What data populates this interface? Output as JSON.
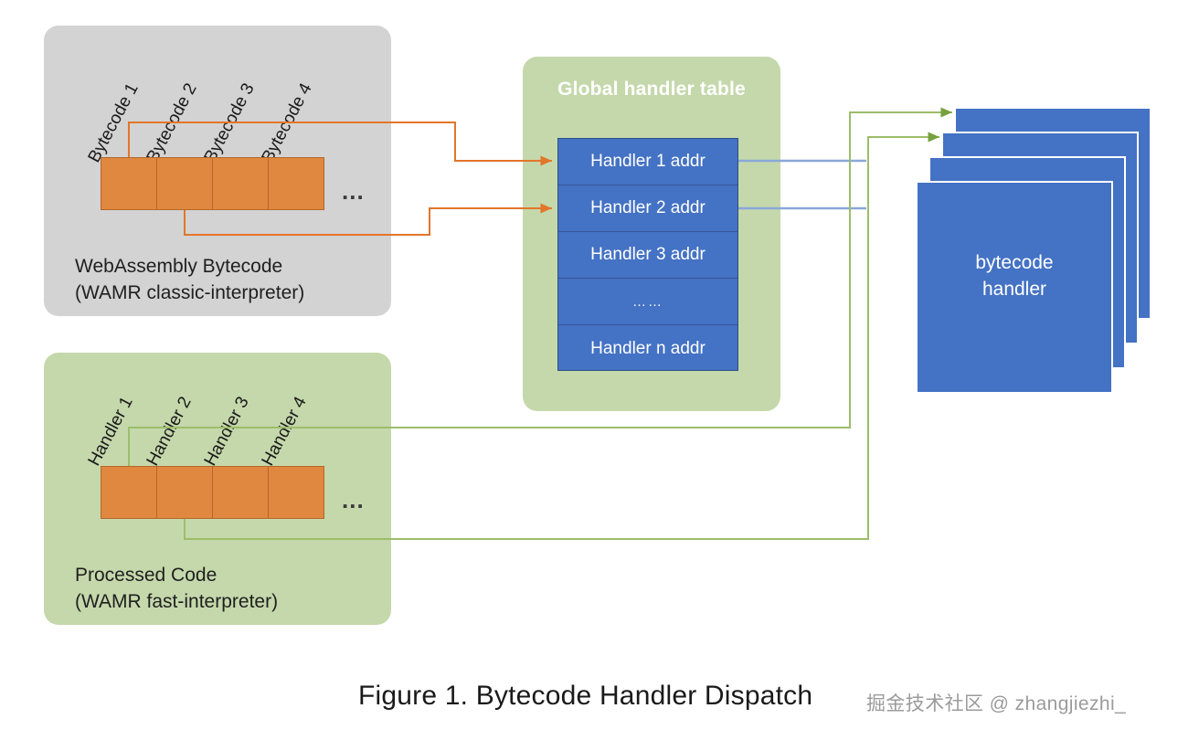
{
  "figure": {
    "caption": "Figure 1. Bytecode Handler Dispatch",
    "watermark": "掘金技术社区 @ zhangjiezhi_"
  },
  "colors": {
    "orange_cell": "#e0883f",
    "orange_cell_border": "#b4682a",
    "blue": "#4472c4",
    "green_panel": "#c5d8ab",
    "grey_panel": "#d3d3d3",
    "arrow_orange": "#e2762a",
    "arrow_green": "#76a13d",
    "line_blue": "#8aa7d8",
    "white": "#ffffff"
  },
  "panels": {
    "bytecode": {
      "name": "WebAssembly Bytecode panel",
      "caption": "WebAssembly Bytecode\n(WAMR classic-interpreter)",
      "labels": [
        "Bytecode 1",
        "Bytecode 2",
        "Bytecode 3",
        "Bytecode 4"
      ],
      "cells": 4,
      "ellipsis": "..."
    },
    "processed": {
      "name": "Processed Code panel",
      "caption": "Processed Code\n(WAMR fast-interpreter)",
      "labels": [
        "Handler 1",
        "Handler 2",
        "Handler 3",
        "Handler 4"
      ],
      "cells": 4,
      "ellipsis": "..."
    },
    "handler_table": {
      "title": "Global handler table",
      "rows": [
        "Handler 1 addr",
        "Handler 2 addr",
        "Handler 3 addr",
        "……",
        "Handler n addr"
      ]
    },
    "bytecode_handler_stack": {
      "label": "bytecode\nhandler",
      "card_count": 4
    }
  },
  "connections": [
    {
      "id": "bytecode-1-to-handler-1",
      "from": "WebAssembly Bytecode cell 1",
      "to": "Handler 1 addr",
      "color": "#e2762a"
    },
    {
      "id": "bytecode-2-to-handler-2",
      "from": "WebAssembly Bytecode cell 2",
      "to": "Handler 2 addr",
      "color": "#e2762a"
    },
    {
      "id": "handler-1-addr-to-card",
      "from": "Handler 1 addr",
      "to": "bytecode handler card 1",
      "color": "#8aa7d8"
    },
    {
      "id": "handler-2-addr-to-card",
      "from": "Handler 2 addr",
      "to": "bytecode handler card 2",
      "color": "#8aa7d8"
    },
    {
      "id": "processed-1-to-card-1",
      "from": "Processed Code cell 1",
      "to": "bytecode handler card 1",
      "color": "#76a13d"
    },
    {
      "id": "processed-2-to-card-2",
      "from": "Processed Code cell 2",
      "to": "bytecode handler card 2",
      "color": "#76a13d"
    }
  ]
}
